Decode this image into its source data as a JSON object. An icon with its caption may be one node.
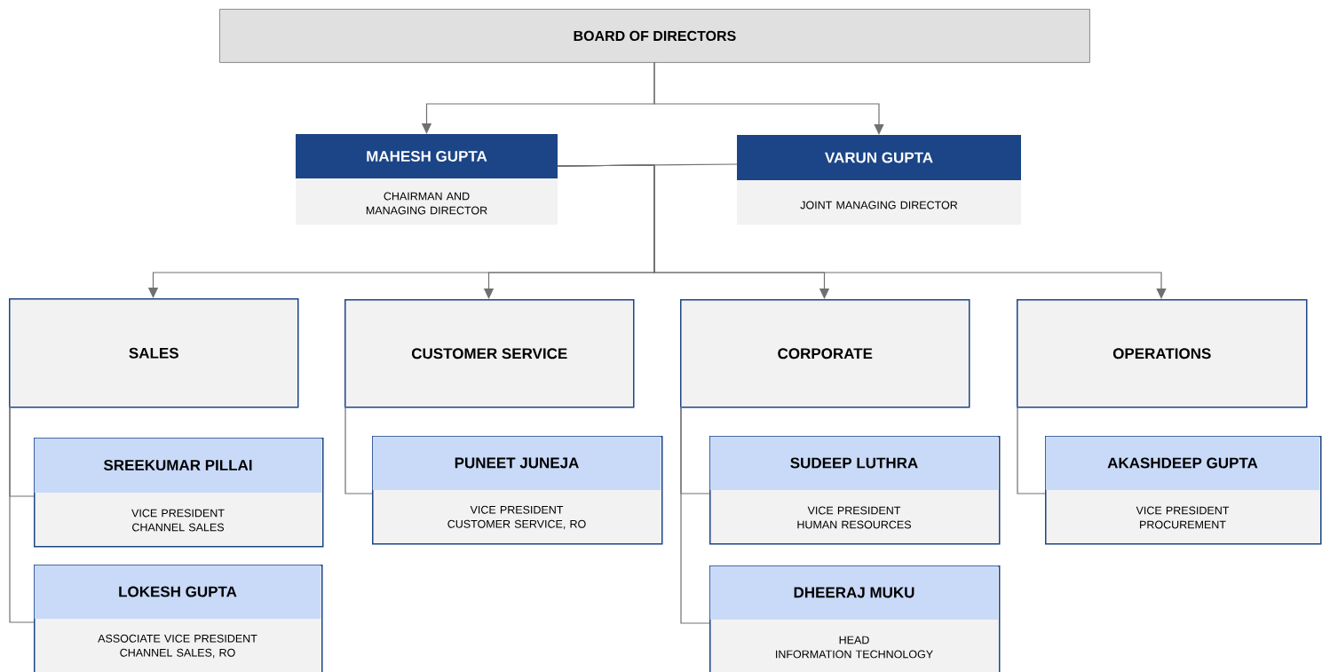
{
  "diagram": {
    "nodes": [
      {
        "text": [
          "BOARD OF DIRECTORS"
        ]
      },
      {
        "text": [
          "MAHESH GUPTA",
          "CHAIRMAN AND MANAGING DIRECTOR"
        ]
      },
      {
        "text": [
          "VARUN GUPTA",
          "JOINT MANAGING DIRECTOR"
        ]
      },
      {
        "text": [
          "SALES"
        ]
      },
      {
        "text": [
          "CUSTOMER SERVICE"
        ]
      },
      {
        "text": [
          "CORPORATE"
        ]
      },
      {
        "text": [
          "OPERATIONS"
        ]
      },
      {
        "text": [
          "SREEKUMAR PILLAI",
          "VICE PRESIDENT",
          "CHANNEL SALES"
        ]
      },
      {
        "text": [
          "PUNEET JUNEJA",
          "VICE PRESIDENT",
          "CUSTOMER SERVICE, RO"
        ]
      },
      {
        "text": [
          "SUDEEP LUTHRA",
          "VICE PRESIDENT",
          "HUMAN RESOURCES"
        ]
      },
      {
        "text": [
          "AKASHDEEP GUPTA",
          "VICE PRESIDENT",
          "PROCUREMENT"
        ]
      },
      {
        "text": [
          "LOKESH GUPTA",
          "ASSOCIATE VICE PRESIDENT",
          "CHANNEL SALES, RO"
        ]
      },
      {
        "text": [
          "DHEERAJ MUKU",
          "HEAD",
          "INFORMATION TECHNOLOGY"
        ]
      }
    ],
    "edges": [
      {
        "from": 0,
        "to": 1,
        "arrow": "to"
      },
      {
        "from": 0,
        "to": 2,
        "arrow": "to"
      },
      {
        "from": 1,
        "to": 2,
        "arrow": "none"
      },
      {
        "from": 1,
        "to": 3,
        "arrow": "to"
      },
      {
        "from": 1,
        "to": 4,
        "arrow": "to"
      },
      {
        "from": 1,
        "to": 5,
        "arrow": "to"
      },
      {
        "from": 1,
        "to": 6,
        "arrow": "to"
      },
      {
        "from": 3,
        "to": 7,
        "arrow": "none"
      },
      {
        "from": 3,
        "to": 11,
        "arrow": "none"
      },
      {
        "from": 4,
        "to": 8,
        "arrow": "none"
      },
      {
        "from": 5,
        "to": 9,
        "arrow": "none"
      },
      {
        "from": 5,
        "to": 12,
        "arrow": "none"
      },
      {
        "from": 6,
        "to": 10,
        "arrow": "none"
      }
    ]
  }
}
